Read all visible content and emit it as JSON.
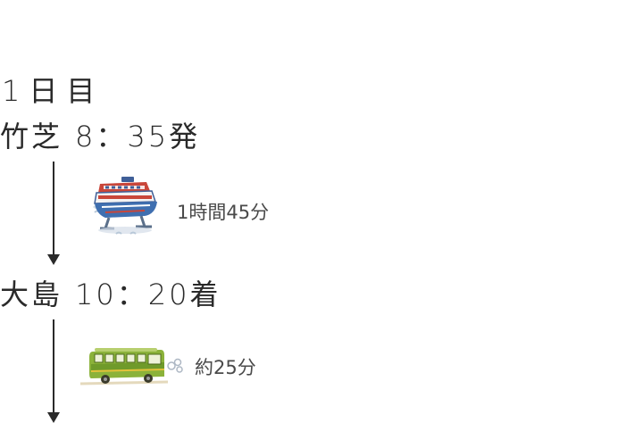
{
  "itinerary": {
    "day_title": "1日目",
    "stops": [
      {
        "place": "竹芝",
        "time": "8：35",
        "suffix": "発"
      },
      {
        "place": "大島",
        "time": "10：20",
        "suffix": "着"
      }
    ],
    "legs": [
      {
        "icon": "ferry-icon",
        "duration": "1時間45分"
      },
      {
        "icon": "bus-icon",
        "duration": "約25分"
      }
    ]
  }
}
